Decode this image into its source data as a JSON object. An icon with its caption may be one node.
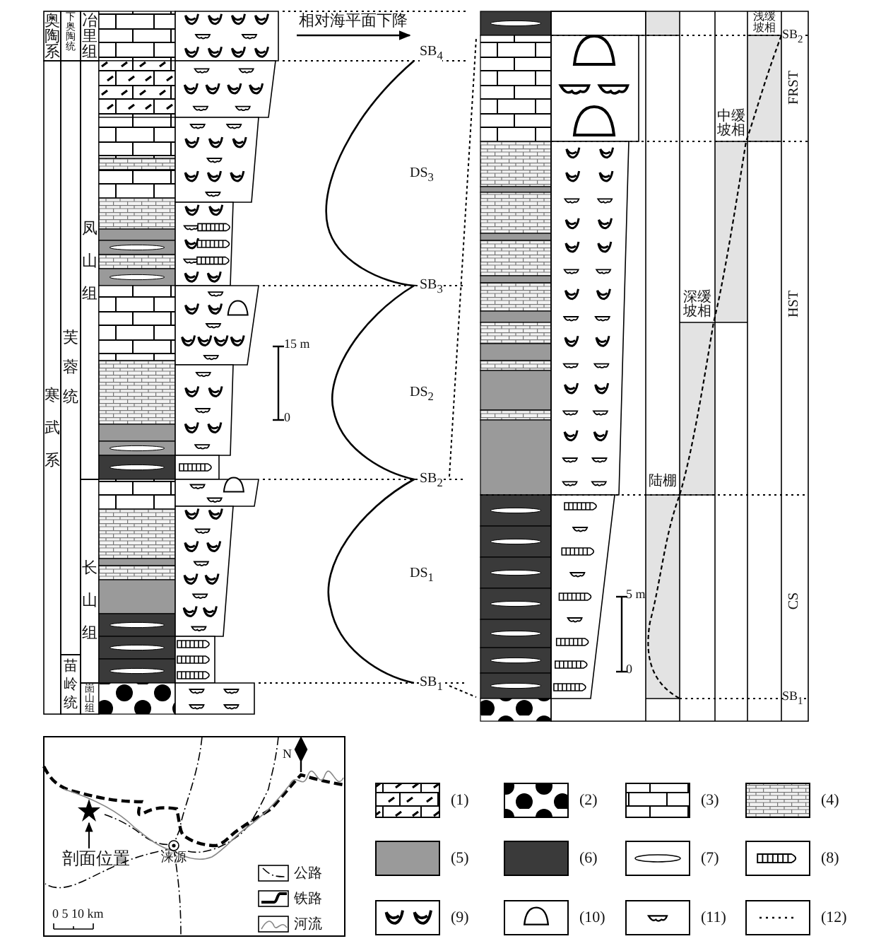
{
  "diagram": {
    "nodes": [
      {
        "text": [
          "剖面位置"
        ]
      },
      {
        "text": [],
        "shape": "star"
      }
    ],
    "edges": [
      {
        "from": 0,
        "to": 1,
        "arrow": "to"
      }
    ],
    "labels": [
      "奥陶系",
      "下奥陶统",
      "冶里组",
      "相对海平面下降",
      "SB$_{4}$",
      "浅缓坡相",
      "SB$_{2}$",
      "FRST",
      "DS$_{3}$",
      "中缓坡相",
      "凤山组",
      "SB$_{3}$",
      "深缓坡相",
      "HST",
      "芙蓉统",
      "寒武系",
      "15 m",
      "0",
      "DS$_{2}$",
      "SB$_{2}$",
      "陆棚",
      "长山组",
      "DS$_{1}$",
      "5 m",
      "0",
      "CS",
      "苗岭统",
      "崮山组",
      "SB$_{1}$",
      "SB$_{1}$",
      "N",
      "涞源",
      "0 5 10 km"
    ],
    "legend": [
      {
        "text": "(1)"
      },
      {
        "text": "(2)"
      },
      {
        "text": "(3)"
      },
      {
        "text": "(4)"
      },
      {
        "text": "(5)",
        "color": "#9a9a9a"
      },
      {
        "text": "(6)",
        "color": "#3a3a3a"
      },
      {
        "text": "(7)"
      },
      {
        "text": "(8)"
      },
      {
        "text": "(9)"
      },
      {
        "text": "(10)"
      },
      {
        "text": "(11)"
      },
      {
        "text": "(12)"
      },
      {
        "text": "公路"
      },
      {
        "text": "铁路"
      },
      {
        "text": "河流"
      }
    ]
  }
}
